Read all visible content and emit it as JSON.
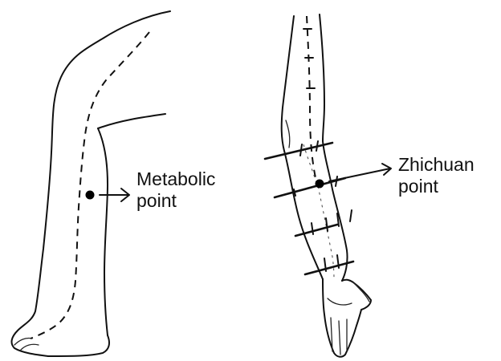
{
  "leg_label": {
    "line1": "Metabolic",
    "line2": "point"
  },
  "arm_label": {
    "line1": "Zhichuan",
    "line2": "point"
  }
}
